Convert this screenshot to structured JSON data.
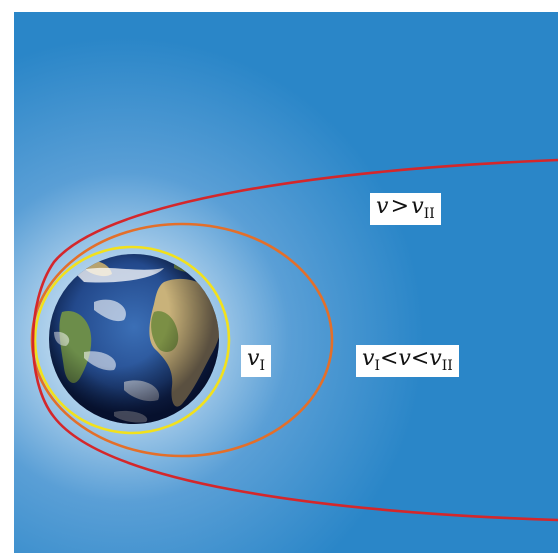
{
  "colors": {
    "background_outer": "#2a86c8",
    "background_glow": "#e9f3fb",
    "orbit_circular": "#f2e11c",
    "orbit_elliptic": "#e36f2a",
    "orbit_hyperbolic": "#d4272b"
  },
  "labels": {
    "hyperbolic": {
      "var": "v",
      "op": ">",
      "var2": "v",
      "sub2": "II"
    },
    "circular": {
      "var": "v",
      "sub": "I"
    },
    "elliptic": {
      "var": "v",
      "sub": "I",
      "op1": "<",
      "mid": "v",
      "op2": "<",
      "var2": "v",
      "sub2": "II"
    }
  }
}
